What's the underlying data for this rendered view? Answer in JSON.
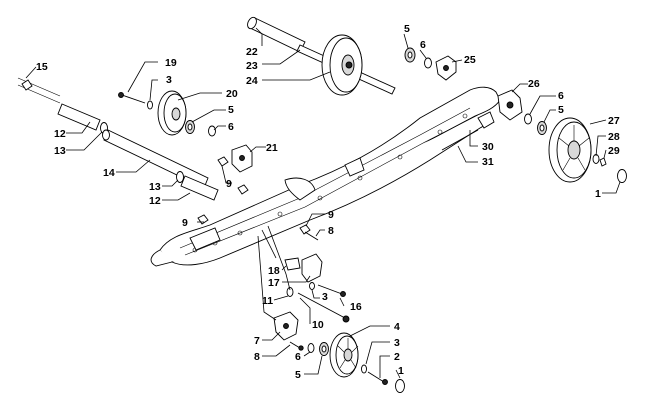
{
  "callouts": {
    "c15": "15",
    "c19": "19",
    "c3a": "3",
    "c20": "20",
    "c5a": "5",
    "c6a": "6",
    "c12a": "12",
    "c13a": "13",
    "c14": "14",
    "c13b": "13",
    "c12b": "12",
    "c21": "21",
    "c9a": "9",
    "c9b": "9",
    "c9c": "9",
    "c8a": "8",
    "c22": "22",
    "c23": "23",
    "c24": "24",
    "c5b": "5",
    "c6b": "6",
    "c25": "25",
    "c26": "26",
    "c6c": "6",
    "c5c": "5",
    "c27": "27",
    "c28": "28",
    "c29": "29",
    "c1a": "1",
    "c30": "30",
    "c31": "31",
    "c18": "18",
    "c17": "17",
    "c3b": "3",
    "c16": "16",
    "c11": "11",
    "c10": "10",
    "c7": "7",
    "c8b": "8",
    "c6d": "6",
    "c5d": "5",
    "c4": "4",
    "c3c": "3",
    "c2": "2",
    "c1b": "1"
  }
}
